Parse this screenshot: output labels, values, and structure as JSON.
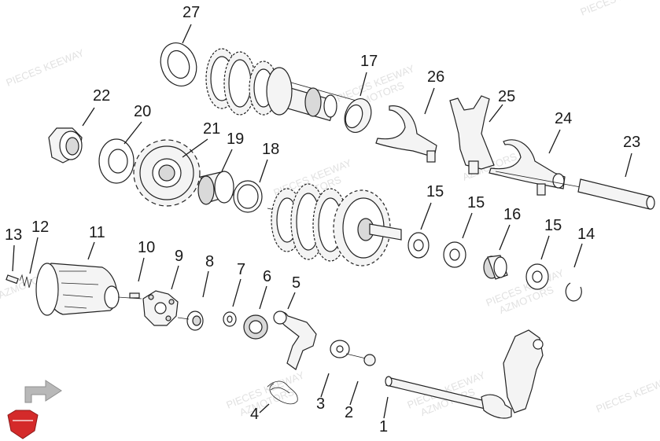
{
  "diagram": {
    "callouts": [
      {
        "id": "c1",
        "label": "1"
      },
      {
        "id": "c2",
        "label": "2"
      },
      {
        "id": "c3",
        "label": "3"
      },
      {
        "id": "c4",
        "label": "4"
      },
      {
        "id": "c5",
        "label": "5"
      },
      {
        "id": "c6",
        "label": "6"
      },
      {
        "id": "c7",
        "label": "7"
      },
      {
        "id": "c8",
        "label": "8"
      },
      {
        "id": "c9",
        "label": "9"
      },
      {
        "id": "c10",
        "label": "10"
      },
      {
        "id": "c11",
        "label": "11"
      },
      {
        "id": "c12",
        "label": "12"
      },
      {
        "id": "c13",
        "label": "13"
      },
      {
        "id": "c14",
        "label": "14"
      },
      {
        "id": "c15a",
        "label": "15"
      },
      {
        "id": "c15b",
        "label": "15"
      },
      {
        "id": "c15c",
        "label": "15"
      },
      {
        "id": "c16",
        "label": "16"
      },
      {
        "id": "c17",
        "label": "17"
      },
      {
        "id": "c18",
        "label": "18"
      },
      {
        "id": "c19",
        "label": "19"
      },
      {
        "id": "c20",
        "label": "20"
      },
      {
        "id": "c21",
        "label": "21"
      },
      {
        "id": "c22",
        "label": "22"
      },
      {
        "id": "c23",
        "label": "23"
      },
      {
        "id": "c24",
        "label": "24"
      },
      {
        "id": "c25",
        "label": "25"
      },
      {
        "id": "c26",
        "label": "26"
      },
      {
        "id": "c27",
        "label": "27"
      }
    ],
    "watermark": {
      "line1": "PIECES KEEWAY",
      "line2": "AZMOTORS"
    },
    "colors": {
      "logo_red": "#d42a2a",
      "arrow_gray": "#b8b8b8"
    }
  }
}
